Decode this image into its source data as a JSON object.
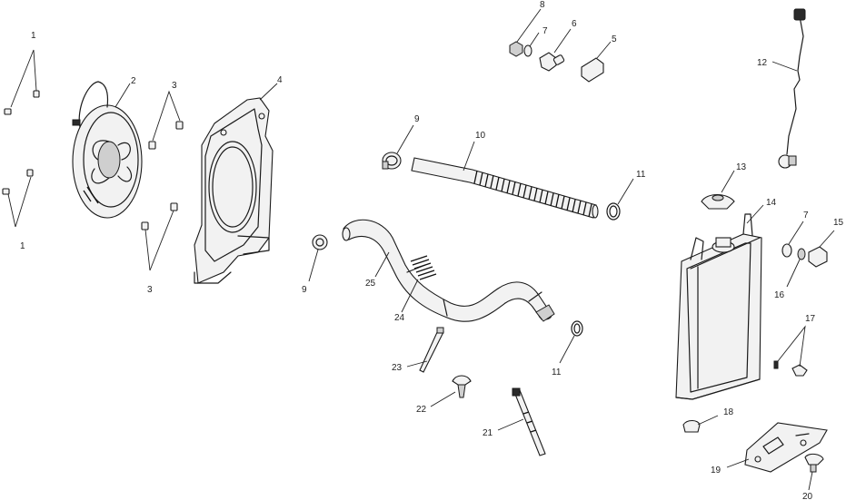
{
  "diagram": {
    "background": "#ffffff",
    "line_color": "#1a1a1a",
    "callouts": {
      "c1_top": "1",
      "c1_bottom": "1",
      "c2": "2",
      "c3_top": "3",
      "c3_bottom": "3",
      "c4": "4",
      "c5": "5",
      "c6": "6",
      "c7_top": "7",
      "c7_right": "7",
      "c8": "8",
      "c9_top": "9",
      "c9_left": "9",
      "c10": "10",
      "c11_top": "11",
      "c11_bottom": "11",
      "c12": "12",
      "c13": "13",
      "c14": "14",
      "c15": "15",
      "c16": "16",
      "c17": "17",
      "c18": "18",
      "c19": "19",
      "c20": "20",
      "c21": "21",
      "c22": "22",
      "c23": "23",
      "c24": "24",
      "c25": "25"
    }
  }
}
